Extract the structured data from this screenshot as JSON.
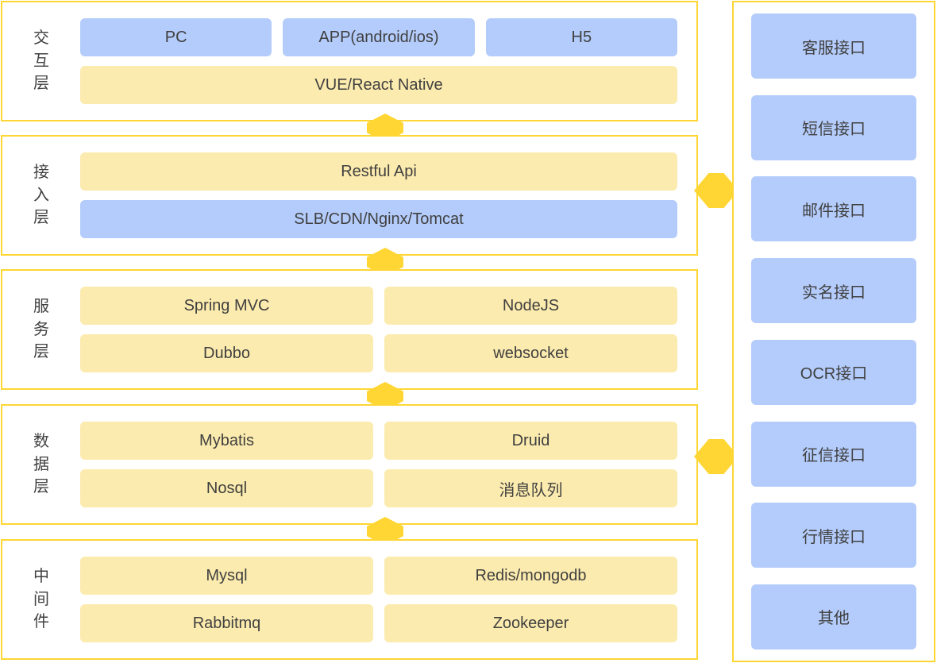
{
  "theme": {
    "border_yellow": "#FFD633",
    "connector_yellow": "#FFD633",
    "box_blue": "#B4CCFB",
    "box_yellow": "#FCEBAE",
    "text": "#404040",
    "background": "#FFFFFF"
  },
  "layers": [
    {
      "label": "交互层",
      "label_chars": [
        "交",
        "互",
        "层"
      ],
      "rows": [
        {
          "cells": [
            {
              "text": "PC",
              "color": "blue",
              "flex": 1
            },
            {
              "text": "APP(android/ios)",
              "color": "blue",
              "flex": 1
            },
            {
              "text": "H5",
              "color": "blue",
              "flex": 1
            }
          ]
        },
        {
          "cells": [
            {
              "text": "VUE/React Native",
              "color": "yellow",
              "flex": 1
            }
          ]
        }
      ]
    },
    {
      "label": "接入层",
      "label_chars": [
        "接",
        "入",
        "层"
      ],
      "rows": [
        {
          "cells": [
            {
              "text": "Restful Api",
              "color": "yellow",
              "flex": 1
            }
          ]
        },
        {
          "cells": [
            {
              "text": "SLB/CDN/Nginx/Tomcat",
              "color": "blue",
              "flex": 1
            }
          ]
        }
      ]
    },
    {
      "label": "服务层",
      "label_chars": [
        "服",
        "务",
        "层"
      ],
      "rows": [
        {
          "cells": [
            {
              "text": "Spring MVC",
              "color": "yellow",
              "flex": 1
            },
            {
              "text": "NodeJS",
              "color": "yellow",
              "flex": 1
            }
          ]
        },
        {
          "cells": [
            {
              "text": "Dubbo",
              "color": "yellow",
              "flex": 1
            },
            {
              "text": "websocket",
              "color": "yellow",
              "flex": 1
            }
          ]
        }
      ]
    },
    {
      "label": "数据层",
      "label_chars": [
        "数",
        "据",
        "层"
      ],
      "rows": [
        {
          "cells": [
            {
              "text": "Mybatis",
              "color": "yellow",
              "flex": 1
            },
            {
              "text": "Druid",
              "color": "yellow",
              "flex": 1
            }
          ]
        },
        {
          "cells": [
            {
              "text": "Nosql",
              "color": "yellow",
              "flex": 1
            },
            {
              "text": "消息队列",
              "color": "yellow",
              "flex": 1
            }
          ]
        }
      ]
    },
    {
      "label": "中间件",
      "label_chars": [
        "中",
        "间",
        "件"
      ],
      "rows": [
        {
          "cells": [
            {
              "text": "Mysql",
              "color": "yellow",
              "flex": 1
            },
            {
              "text": "Redis/mongodb",
              "color": "yellow",
              "flex": 1
            }
          ]
        },
        {
          "cells": [
            {
              "text": "Rabbitmq",
              "color": "yellow",
              "flex": 1
            },
            {
              "text": "Zookeeper",
              "color": "yellow",
              "flex": 1
            }
          ]
        }
      ]
    }
  ],
  "vertical_connectors": [
    {
      "between": "交互层-接入层"
    },
    {
      "between": "接入层-服务层"
    },
    {
      "between": "服务层-数据层"
    },
    {
      "between": "数据层-中间件"
    }
  ],
  "horizontal_connectors": [
    {
      "between": "接入层-接口面板"
    },
    {
      "between": "数据层-接口面板"
    }
  ],
  "interfaces": {
    "items": [
      {
        "text": "客服接口"
      },
      {
        "text": "短信接口"
      },
      {
        "text": "邮件接口"
      },
      {
        "text": "实名接口"
      },
      {
        "text": "OCR接口"
      },
      {
        "text": "征信接口"
      },
      {
        "text": "行情接口"
      },
      {
        "text": "其他"
      }
    ]
  }
}
